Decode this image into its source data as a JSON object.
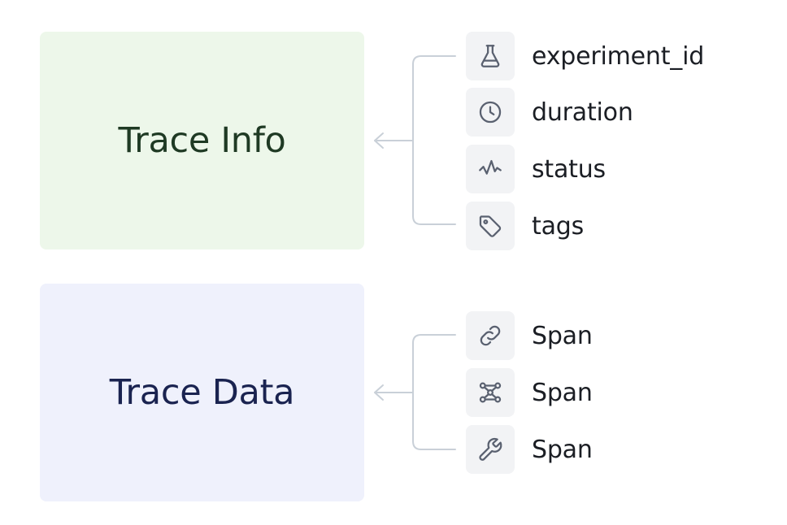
{
  "trace_info": {
    "title": "Trace Info",
    "fields": [
      {
        "label": "experiment_id",
        "icon": "flask-icon"
      },
      {
        "label": "duration",
        "icon": "clock-icon"
      },
      {
        "label": "status",
        "icon": "activity-icon"
      },
      {
        "label": "tags",
        "icon": "tag-icon"
      }
    ]
  },
  "trace_data": {
    "title": "Trace Data",
    "spans": [
      {
        "label": "Span",
        "icon": "link-icon"
      },
      {
        "label": "Span",
        "icon": "network-icon"
      },
      {
        "label": "Span",
        "icon": "wrench-icon"
      }
    ]
  },
  "colors": {
    "info_bg": "#edf7ea",
    "info_text": "#1f3a24",
    "data_bg": "#eff1fc",
    "data_text": "#1a2350",
    "connector": "#c9d0d8",
    "icon_tile_bg": "#f2f3f5",
    "icon_stroke": "#5a6170"
  }
}
